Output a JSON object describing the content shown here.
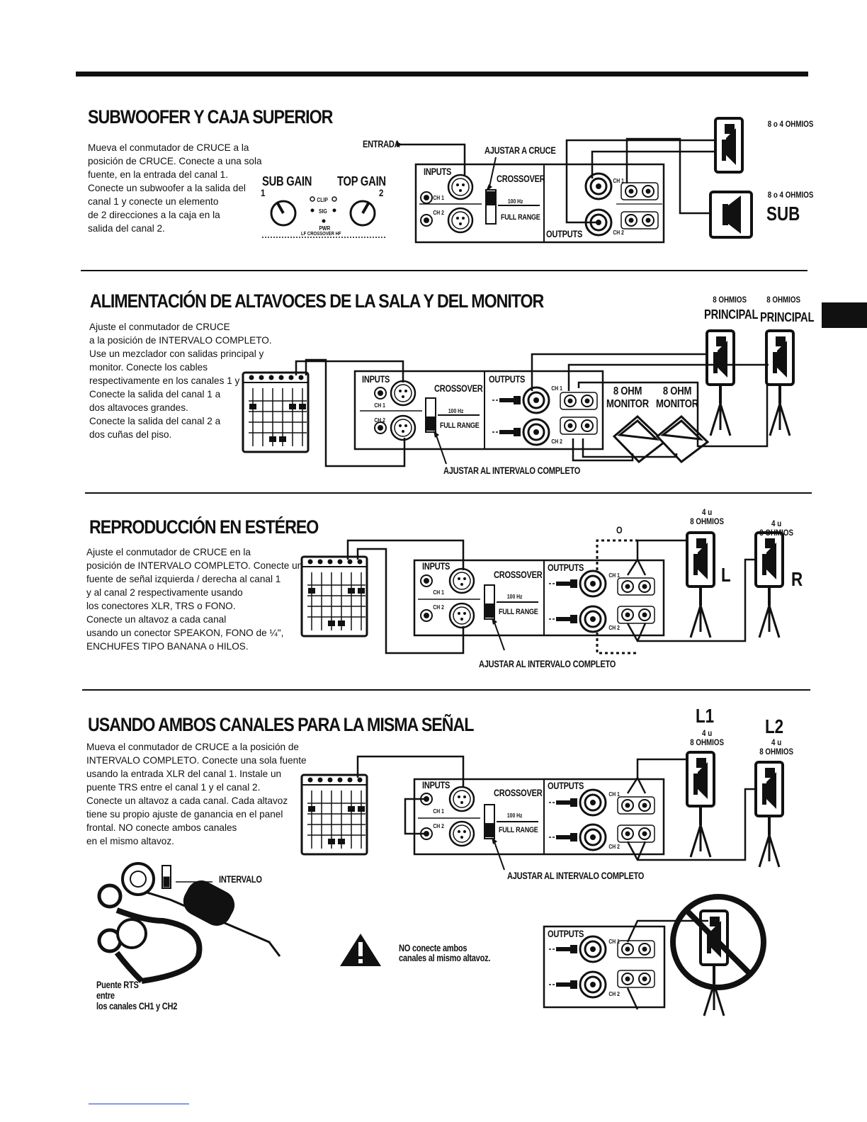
{
  "sections": [
    {
      "title": "SUBWOOFER Y CAJA SUPERIOR",
      "text": "Mueva el conmutador de CRUCE a la\nposición de CRUCE. Conecte a una sola\nfuente, en la entrada del canal 1.\nConecte un subwoofer a la salida del\ncanal 1 y conecte un elemento\nde 2 direcciones a la caja en la\nsalida del canal 2."
    },
    {
      "title": "ALIMENTACIÓN DE ALTAVOCES DE LA SALA Y DEL MONITOR",
      "text": "Ajuste el conmutador de CRUCE\na la posición de INTERVALO COMPLETO.\nUse un mezclador con salidas principal y\nmonitor. Conecte los cables\nrespectivamente en los canales 1 y 2.\nConecte la salida del canal 1 a\ndos altavoces grandes.\nConecte la salida del canal 2 a\ndos cuñas del piso."
    },
    {
      "title": "REPRODUCCIÓN EN ESTÉREO",
      "text": "Ajuste el conmutador de CRUCE en la\nposición de INTERVALO COMPLETO. Conecte una\nfuente de señal izquierda / derecha al canal 1\ny al canal 2 respectivamente usando\nlos conectores XLR, TRS o FONO.\nConecte un altavoz a cada canal\nusando un conector SPEAKON, FONO de ¼\",\nENCHUFES TIPO BANANA o HILOS."
    },
    {
      "title": "USANDO AMBOS CANALES PARA LA MISMA SEÑAL",
      "text": "Mueva el conmutador de CRUCE a la posición de\nINTERVALO COMPLETO. Conecte una sola fuente\nusando la entrada XLR del canal 1. Instale un\npuente TRS entre el canal 1 y el canal 2.\nConecte un altavoz a cada canal. Cada altavoz\ntiene su propio ajuste de ganancia en el panel\nfrontal. NO conecte ambos canales\nen el mismo altavoz."
    }
  ],
  "labels": {
    "entrada": "ENTRADA",
    "ajustar_cruce": "AJUSTAR A CRUCE",
    "ajustar_intervalo": "AJUSTAR AL INTERVALO COMPLETO",
    "inputs": "INPUTS",
    "outputs": "OUTPUTS",
    "crossover": "CROSSOVER",
    "full_range": "FULL RANGE",
    "ch1": "CH 1",
    "ch2": "CH 2",
    "hz": "100 Hz",
    "sub_gain": "SUB GAIN",
    "top_gain": "TOP GAIN",
    "num1": "1",
    "num2": "2",
    "clip": "CLIP",
    "sig": "SIG",
    "pwr": "PWR",
    "lf_crossover_hf": "LF CROSSOVER HF",
    "ohm_8_4_a": "8 o 4 OHMIOS",
    "ohm_8_4_b": "8 o 4 OHMIOS",
    "sub": "SUB",
    "ohm8_a": "8 OHMIOS",
    "ohm8_b": "8 OHMIOS",
    "principal_a": "PRINCIPAL",
    "principal_b": "PRINCIPAL",
    "monitor_a": "8 OHM\nMONITOR",
    "monitor_b": "8 OHM\nMONITOR",
    "o": "O",
    "ohm48_l": "4 u\n8 OHMIOS",
    "ohm48_r": "4 u\n8 OHMIOS",
    "l": "L",
    "r": "R",
    "l1": "L1",
    "l2": "L2",
    "ohm48_l1": "4 u\n8 OHMIOS",
    "ohm48_l2": "4 u\n8 OHMIOS",
    "intervalo": "INTERVALO",
    "puente": "Puente RTS\nentre\nlos canales CH1 y CH2",
    "warning": "NO conecte ambos\ncanales al mismo altavoz."
  },
  "colors": {
    "ink": "#111111",
    "link": "#1a3fd8"
  }
}
